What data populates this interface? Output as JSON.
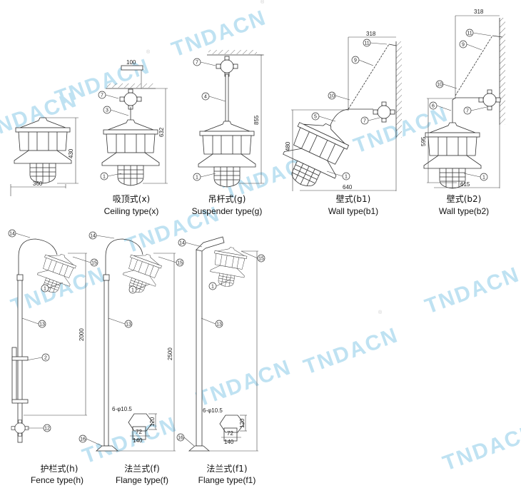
{
  "watermark": {
    "text": "TNDACN",
    "registered": "®",
    "color": "#bfe2f2",
    "accent": "#e85a5a"
  },
  "figures": {
    "plain": {
      "dims": {
        "width": "360",
        "height": "430"
      }
    },
    "ceiling": {
      "label_cn": "吸顶式(x)",
      "label_en": "Ceiling type(x)",
      "dims": {
        "top": "100",
        "height": "632"
      },
      "callouts": [
        "7",
        "3",
        "1"
      ]
    },
    "suspender": {
      "label_cn": "吊杆式(g)",
      "label_en": "Suspender type(g)",
      "dims": {
        "height": "855"
      },
      "callouts": [
        "7",
        "4",
        "1"
      ]
    },
    "wall_b1": {
      "label_cn": "壁式(b1)",
      "label_en": "Wall type(b1)",
      "dims": {
        "top": "318",
        "height": "480",
        "width": "640"
      },
      "callouts": [
        "11",
        "9",
        "10",
        "5",
        "7",
        "1"
      ]
    },
    "wall_b2": {
      "label_cn": "壁式(b2)",
      "label_en": "Wall type(b2)",
      "dims": {
        "top": "318",
        "height": "595",
        "width": "615"
      },
      "callouts": [
        "11",
        "9",
        "10",
        "6",
        "7",
        "1"
      ]
    },
    "fence": {
      "label_cn": "护栏式(h)",
      "label_en": "Fence type(h)",
      "dims": {
        "height": "2000"
      },
      "callouts": [
        "14",
        "15",
        "1",
        "13",
        "2",
        "12"
      ]
    },
    "flange_f": {
      "label_cn": "法兰式(f)",
      "label_en": "Flange type(f)",
      "dims": {
        "height": "2500",
        "holes": "6-φ10.5",
        "flange_h": "120",
        "flange_inner": "72",
        "flange_w": "140"
      },
      "callouts": [
        "14",
        "15",
        "1",
        "13",
        "16"
      ]
    },
    "flange_f1": {
      "label_cn": "法兰式(f1)",
      "label_en": "Flange type(f1)",
      "dims": {
        "holes": "6-φ10.5",
        "flange_h": "120",
        "flange_inner": "72",
        "flange_w": "140"
      },
      "callouts": [
        "14",
        "15",
        "1",
        "13",
        "16"
      ]
    }
  }
}
